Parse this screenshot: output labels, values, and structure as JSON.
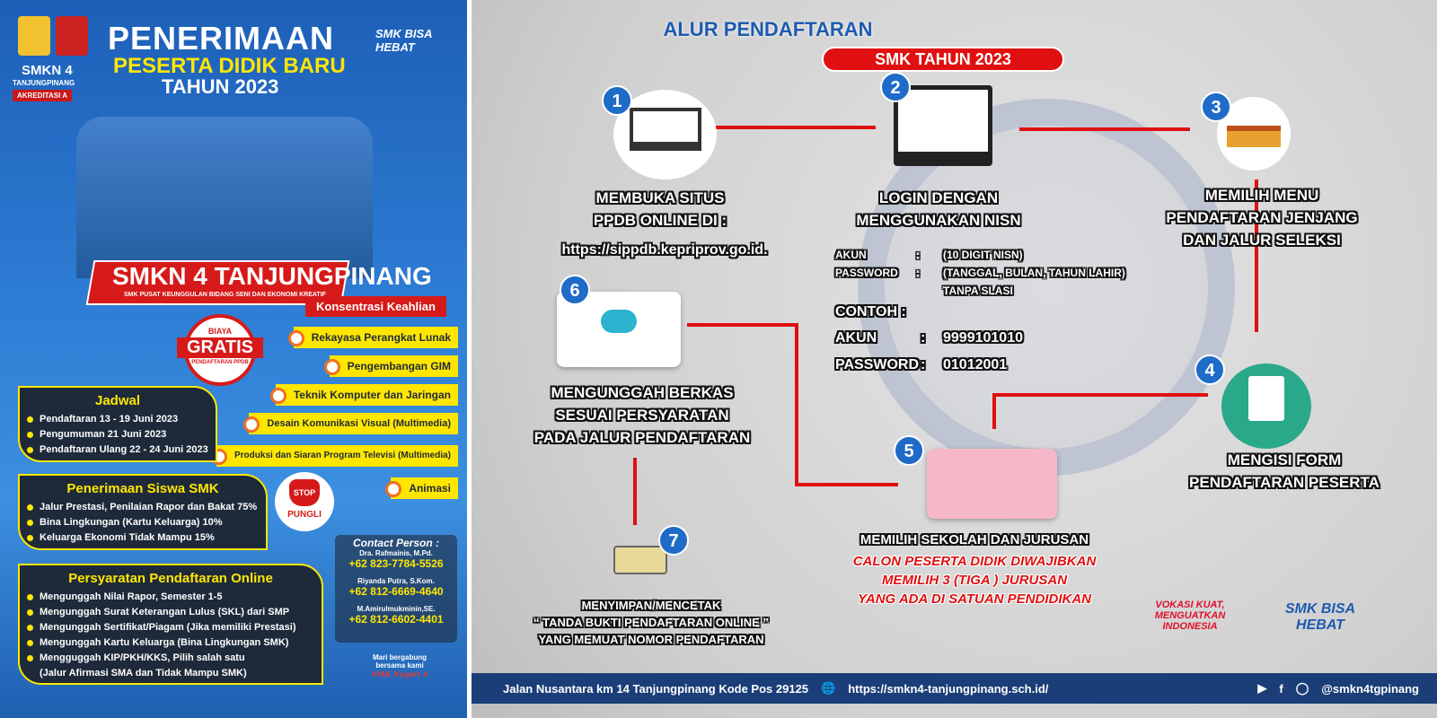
{
  "left": {
    "school_name": "SMKN 4",
    "school_city": "TANJUNGPINANG",
    "accreditation": "AKREDITASI A",
    "title1": "PENERIMAAN",
    "title2": "PESERTA DIDIK BARU",
    "title3": "TAHUN 2023",
    "smk_logo": "SMK BISA HEBAT",
    "banner_title": "SMKN 4 TANJUNGPINANG",
    "banner_sub": "SMK PUSAT KEUNGGULAN BIDANG SENI DAN EKONOMI KREATIF",
    "badge_top": "BIAYA",
    "badge_main": "GRATIS",
    "badge_bottom": "PENDAFTARAN PPDB",
    "konsentrasi_title": "Konsentrasi Keahlian",
    "konsentrasi": [
      "Rekayasa Perangkat Lunak",
      "Pengembangan GIM",
      "Teknik Komputer dan Jaringan",
      "Desain Komunikasi Visual (Multimedia)",
      "Produksi dan Siaran Program Televisi (Multimedia)",
      "Animasi"
    ],
    "jadwal_title": "Jadwal",
    "jadwal": [
      "Pendaftaran 13 - 19 Juni 2023",
      "Pengumuman 21 Juni 2023",
      "Pendaftaran Ulang 22 - 24 Juni 2023"
    ],
    "penerimaan_title": "Penerimaan Siswa SMK",
    "penerimaan": [
      "Jalur Prestasi, Penilaian Rapor dan Bakat 75%",
      "Bina Lingkungan (Kartu Keluarga) 10%",
      "Keluarga Ekonomi Tidak Mampu 15%"
    ],
    "stop_text": "STOP",
    "pungli": "PUNGLI",
    "syarat_title": "Persyaratan Pendaftaran Online",
    "syarat": [
      "Mengunggah Nilai Rapor, Semester 1-5",
      "Mengunggah Surat Keterangan Lulus (SKL) dari SMP",
      "Mengunggah Sertifikat/Piagam (Jika memiliki Prestasi)",
      "Mengunggah Kartu Keluarga (Bina Lingkungan SMK)",
      "Mengguggah KIP/PKH/KKS, Pilih salah satu",
      "(Jalur Afirmasi SMA dan Tidak Mampu SMK)"
    ],
    "contact_title": "Contact Person :",
    "contacts": [
      {
        "name": "Dra. Rafmainis, M.Pd.",
        "phone": "+62 823-7784-5526"
      },
      {
        "name": "Riyanda Putra, S.Kom.",
        "phone": "+62 812-6669-4640"
      },
      {
        "name": "M.Amirulmukminin,SE.",
        "phone": "+62 812-6602-4401"
      }
    ],
    "join1": "Mari bergabung",
    "join2": "bersama kami",
    "signature": "SMK Negeri 4"
  },
  "right": {
    "title": "ALUR PENDAFTARAN",
    "subtitle": "SMK TAHUN 2023",
    "steps": [
      {
        "n": "1",
        "l1": "MEMBUKA SITUS",
        "l2": "PPDB ONLINE DI :",
        "url": "https://sippdb.kepriprov.go.id."
      },
      {
        "n": "2",
        "l1": "LOGIN DENGAN",
        "l2": "MENGGUNAKAN NISN"
      },
      {
        "n": "3",
        "l1": "MEMILIH MENU",
        "l2": "PENDAFTARAN JENJANG",
        "l3": "DAN JALUR SELEKSI"
      },
      {
        "n": "4",
        "l1": "MENGISI FORM",
        "l2": "PENDAFTARAN PESERTA"
      },
      {
        "n": "5",
        "l1": "MEMILIH SEKOLAH DAN JURUSAN",
        "r1": "CALON PESERTA DIDIK  DIWAJIBKAN",
        "r2": "MEMILIH 3 (TIGA ) JURUSAN",
        "r3": "YANG ADA DI SATUAN PENDIDIKAN"
      },
      {
        "n": "6",
        "l1": "MENGUNGGAH BERKAS",
        "l2": "SESUAI PERSYARATAN",
        "l3": "PADA JALUR PENDAFTARAN"
      },
      {
        "n": "7",
        "l1": "MENYIMPAN/MENCETAK",
        "l2": "“ TANDA BUKTI PENDAFTARAN ONLINE ”",
        "l3": "YANG MEMUAT NOMOR PENDAFTARAN"
      }
    ],
    "cred": {
      "akun_label": "AKUN",
      "akun_val": "(10 DIGIT NISN)",
      "pw_label": "PASSWORD",
      "pw_val": "(TANGGAL, BULAN, TAHUN LAHIR)",
      "pw_note": "TANPA SLASI",
      "contoh": "CONTOH :",
      "ex_akun": "9999101010",
      "ex_pw": "01012001",
      "colon": ":"
    },
    "logo_vokasi": "VOKASI KUAT, MENGUATKAN INDONESIA",
    "logo_smk": "SMK BISA HEBAT",
    "footer": {
      "address": "Jalan Nusantara km 14 Tanjungpinang Kode Pos 29125",
      "website": "https://smkn4-tanjungpinang.sch.id/",
      "social": "@smkn4tgpinang"
    }
  }
}
